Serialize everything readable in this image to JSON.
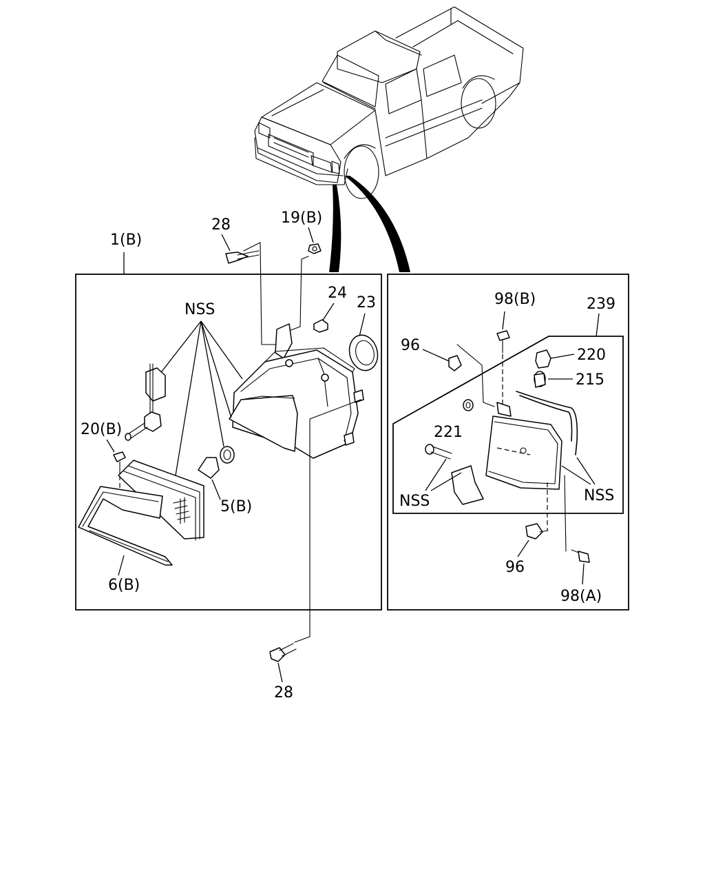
{
  "labels": {
    "n28_top": "28",
    "n19b": "19(B)",
    "n1b": "1(B)",
    "n24": "24",
    "n23": "23",
    "nss_left": "NSS",
    "n20b": "20(B)",
    "n5b": "5(B)",
    "n6b": "6(B)",
    "n28_bottom": "28",
    "n98b": "98(B)",
    "n239": "239",
    "n96_top": "96",
    "n220": "220",
    "n215": "215",
    "n221": "221",
    "nss_right_a": "NSS",
    "nss_right_b": "NSS",
    "n96_bottom": "96",
    "n98a": "98(A)"
  },
  "icons": {
    "vehicle": "pickup-truck-outline",
    "headlamp": "headlamp-assembly",
    "side_lamp": "side-marker-lamp-assembly"
  }
}
